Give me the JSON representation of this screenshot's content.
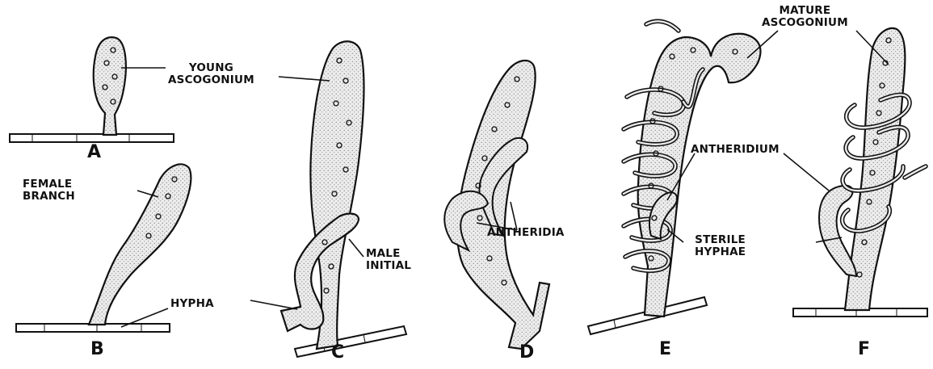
{
  "labels": {
    "young_ascogonium": [
      "YOUNG",
      "ASCOGONIUM"
    ],
    "female_branch": [
      "FEMALE",
      "BRANCH"
    ],
    "hypha": "HYPHA",
    "male_initial": [
      "MALE",
      "INITIAL"
    ],
    "antheridia": "ANTHERIDIA",
    "mature_ascogonium": [
      "MATURE",
      "ASCOGONIUM"
    ],
    "antheridium": "ANTHERIDIUM",
    "sterile_hyphae": [
      "STERILE",
      "HYPHAE"
    ]
  },
  "panels": [
    "A",
    "B",
    "C",
    "D",
    "E",
    "F"
  ],
  "colors": {
    "ink": "#111111",
    "stipple": "#7a7a7a",
    "background": "#ffffff"
  }
}
